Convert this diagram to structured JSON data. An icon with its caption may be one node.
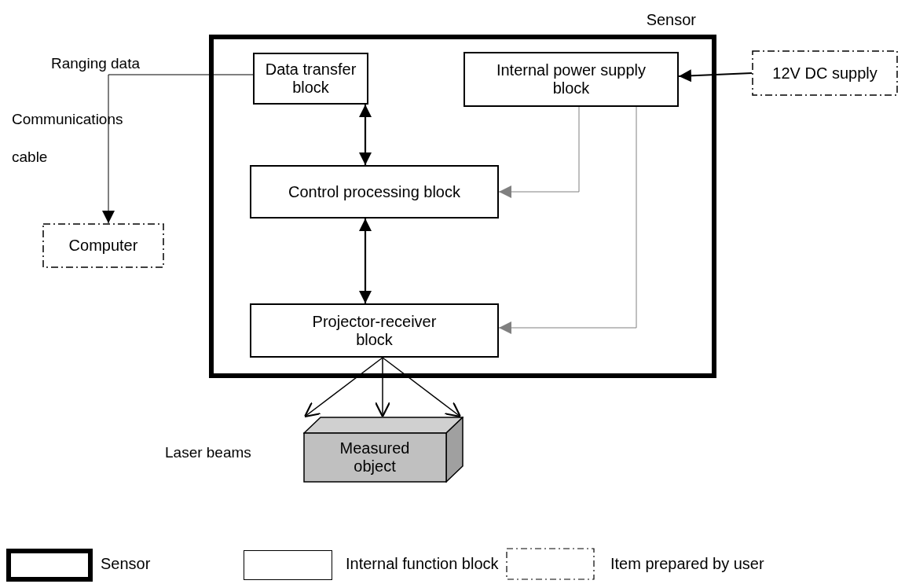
{
  "diagram": {
    "nodes": [
      {
        "text": [
          "Sensor"
        ]
      },
      {
        "text": [
          "Data transfer block"
        ],
        "in": 0
      },
      {
        "text": [
          "Internal power supply block"
        ],
        "in": 0
      },
      {
        "text": [
          "Control processing block"
        ],
        "in": 0
      },
      {
        "text": [
          "Projector-receiver block"
        ],
        "in": 0
      },
      {
        "text": [
          "12V DC supply"
        ]
      },
      {
        "text": [
          "Computer"
        ]
      },
      {
        "text": [
          "Measured object"
        ]
      }
    ],
    "edges": [
      {
        "from": 1,
        "to": 6,
        "arrow": "to"
      },
      {
        "from": 1,
        "to": 3,
        "arrow": "both"
      },
      {
        "from": 3,
        "to": 4,
        "arrow": "both"
      },
      {
        "from": 5,
        "to": 2,
        "arrow": "to"
      },
      {
        "from": 2,
        "to": 3,
        "arrow": "to",
        "color": "#808080"
      },
      {
        "from": 2,
        "to": 4,
        "arrow": "to",
        "color": "#808080"
      },
      {
        "from": 4,
        "to": 7,
        "arrow": "to"
      },
      {
        "from": 4,
        "to": 7,
        "arrow": "to"
      },
      {
        "from": 4,
        "to": 7,
        "arrow": "to"
      }
    ],
    "labels": [
      "Ranging data",
      "Communications cable",
      "Laser beams"
    ],
    "legend": [
      {
        "text": "Sensor"
      },
      {
        "text": "Internal function block"
      },
      {
        "text": "Item prepared by user"
      }
    ]
  }
}
